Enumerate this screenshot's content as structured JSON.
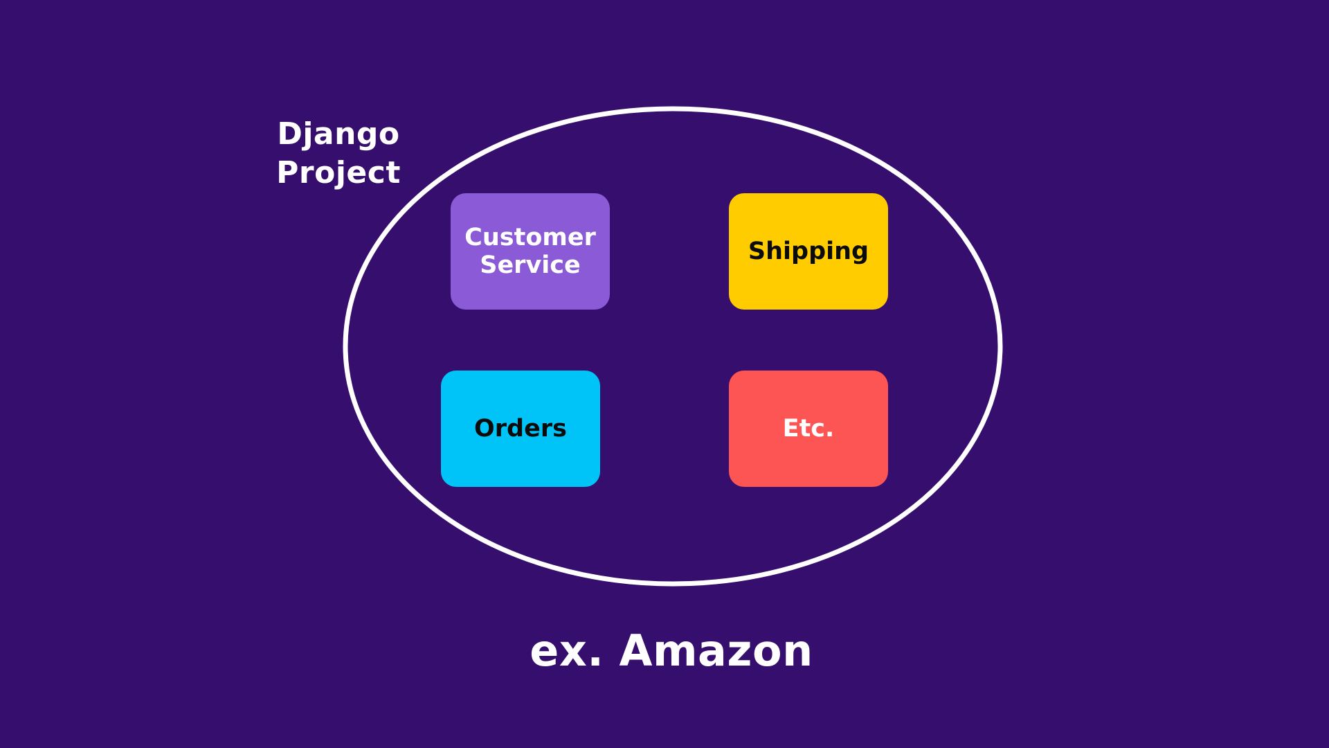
{
  "diagram": {
    "project_label": {
      "line1": "Django",
      "line2": "Project"
    },
    "boundary": {
      "shape": "ellipse",
      "stroke_color": "#ffffff"
    },
    "apps": [
      {
        "line1": "Customer",
        "line2": "Service",
        "bg_color": "#8b5ad6",
        "text_color": "#ffffff"
      },
      {
        "line1": "Shipping",
        "line2": "",
        "bg_color": "#ffcc00",
        "text_color": "#0b0b0b"
      },
      {
        "line1": "Orders",
        "line2": "",
        "bg_color": "#00c4f7",
        "text_color": "#0b0b0b"
      },
      {
        "line1": "Etc.",
        "line2": "",
        "bg_color": "#fd5454",
        "text_color": "#ffffff"
      }
    ],
    "caption": "ex. Amazon",
    "background_color": "#360e6e"
  }
}
